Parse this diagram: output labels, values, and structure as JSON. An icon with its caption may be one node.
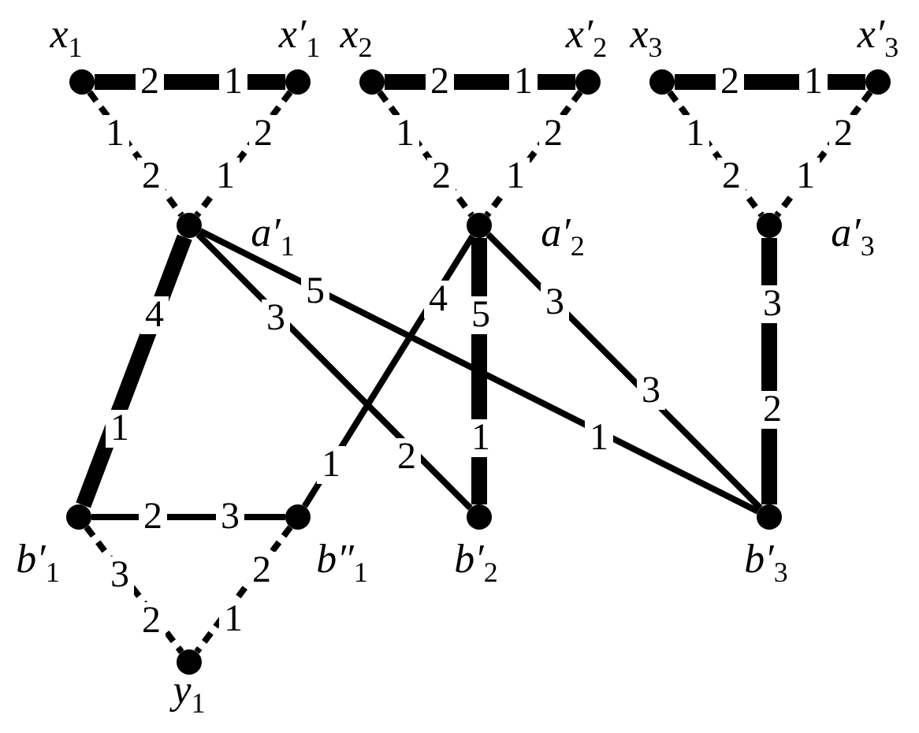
{
  "diagram": {
    "nodes": [
      {
        "text": [],
        "shape": "circle",
        "beside": [
          "x$_{1}$"
        ]
      },
      {
        "text": [],
        "shape": "circle",
        "beside": [
          "x′$_{1}$"
        ]
      },
      {
        "text": [],
        "shape": "circle",
        "beside": [
          "x$_{2}$"
        ]
      },
      {
        "text": [],
        "shape": "circle",
        "beside": [
          "x′$_{2}$"
        ]
      },
      {
        "text": [],
        "shape": "circle",
        "beside": [
          "x$_{3}$"
        ]
      },
      {
        "text": [],
        "shape": "circle",
        "beside": [
          "x′$_{3}$"
        ]
      },
      {
        "text": [],
        "shape": "circle",
        "beside": [
          "a′$_{1}$"
        ]
      },
      {
        "text": [],
        "shape": "circle",
        "beside": [
          "a′$_{2}$"
        ]
      },
      {
        "text": [],
        "shape": "circle",
        "beside": [
          "a′$_{3}$"
        ]
      },
      {
        "text": [],
        "shape": "circle",
        "beside": [
          "b′$_{1}$"
        ]
      },
      {
        "text": [],
        "shape": "circle",
        "beside": [
          "b″$_{1}$"
        ]
      },
      {
        "text": [],
        "shape": "circle",
        "beside": [
          "b′$_{2}$"
        ]
      },
      {
        "text": [],
        "shape": "circle",
        "beside": [
          "b′$_{3}$"
        ]
      },
      {
        "text": [],
        "shape": "circle",
        "beside": [
          "y$_{1}$"
        ]
      }
    ],
    "edges": [
      {
        "from": 0,
        "to": 1,
        "arrow": "none",
        "style": "thick"
      },
      {
        "from": 0,
        "to": 6,
        "arrow": "none",
        "style": "dashed"
      },
      {
        "from": 1,
        "to": 6,
        "arrow": "none",
        "style": "dashed"
      },
      {
        "from": 2,
        "to": 3,
        "arrow": "none",
        "style": "thick"
      },
      {
        "from": 2,
        "to": 7,
        "arrow": "none",
        "style": "dashed"
      },
      {
        "from": 3,
        "to": 7,
        "arrow": "none",
        "style": "dashed"
      },
      {
        "from": 4,
        "to": 5,
        "arrow": "none",
        "style": "thick"
      },
      {
        "from": 4,
        "to": 8,
        "arrow": "none",
        "style": "dashed"
      },
      {
        "from": 5,
        "to": 8,
        "arrow": "none",
        "style": "dashed"
      },
      {
        "from": 6,
        "to": 9,
        "arrow": "none",
        "style": "thick"
      },
      {
        "from": 6,
        "to": 11,
        "arrow": "none"
      },
      {
        "from": 6,
        "to": 12,
        "arrow": "none"
      },
      {
        "from": 7,
        "to": 10,
        "arrow": "none"
      },
      {
        "from": 7,
        "to": 11,
        "arrow": "none",
        "style": "thick"
      },
      {
        "from": 7,
        "to": 12,
        "arrow": "none"
      },
      {
        "from": 8,
        "to": 12,
        "arrow": "none",
        "style": "thick"
      },
      {
        "from": 9,
        "to": 10,
        "arrow": "none"
      },
      {
        "from": 9,
        "to": 13,
        "arrow": "none",
        "style": "dashed"
      },
      {
        "from": 10,
        "to": 13,
        "arrow": "none",
        "style": "dashed"
      }
    ],
    "labels": [
      "2",
      "1",
      "1",
      "2",
      "2",
      "1",
      "2",
      "1",
      "1",
      "2",
      "2",
      "1",
      "2",
      "1",
      "1",
      "2",
      "2",
      "1",
      "4",
      "1",
      "3",
      "2",
      "5",
      "1",
      "4",
      "1",
      "5",
      "1",
      "3",
      "3",
      "3",
      "2",
      "2",
      "3",
      "3",
      "2",
      "2",
      "1"
    ]
  }
}
